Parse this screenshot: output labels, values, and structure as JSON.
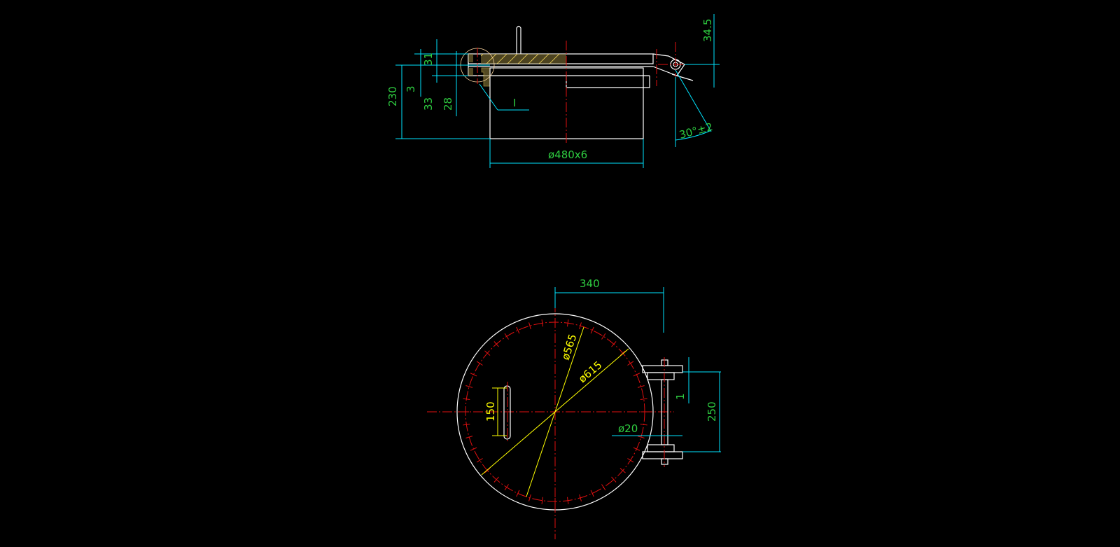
{
  "drawing": {
    "side_view": {
      "dims": {
        "height_total": "230",
        "gap": "3",
        "flange_thk": "31",
        "dim_33": "33",
        "dim_28": "28",
        "diameter": "ø480x6",
        "hinge_offset": "34.5",
        "angle": "30°±2"
      },
      "detail_label": "I"
    },
    "top_view": {
      "dims": {
        "offset_340": "340",
        "inner_dia": "ø565",
        "outer_dia": "ø615",
        "handle_len": "150",
        "pin_dia": "ø20",
        "gap_1": "1",
        "hinge_250": "250"
      },
      "bolt_ticks": 44
    },
    "colors": {
      "background": "#000000",
      "geometry": "#ffffff",
      "dimension": "#00e5ff",
      "centerline": "#e01010",
      "text": "#2ecc40",
      "yellow": "#ffff00"
    }
  }
}
